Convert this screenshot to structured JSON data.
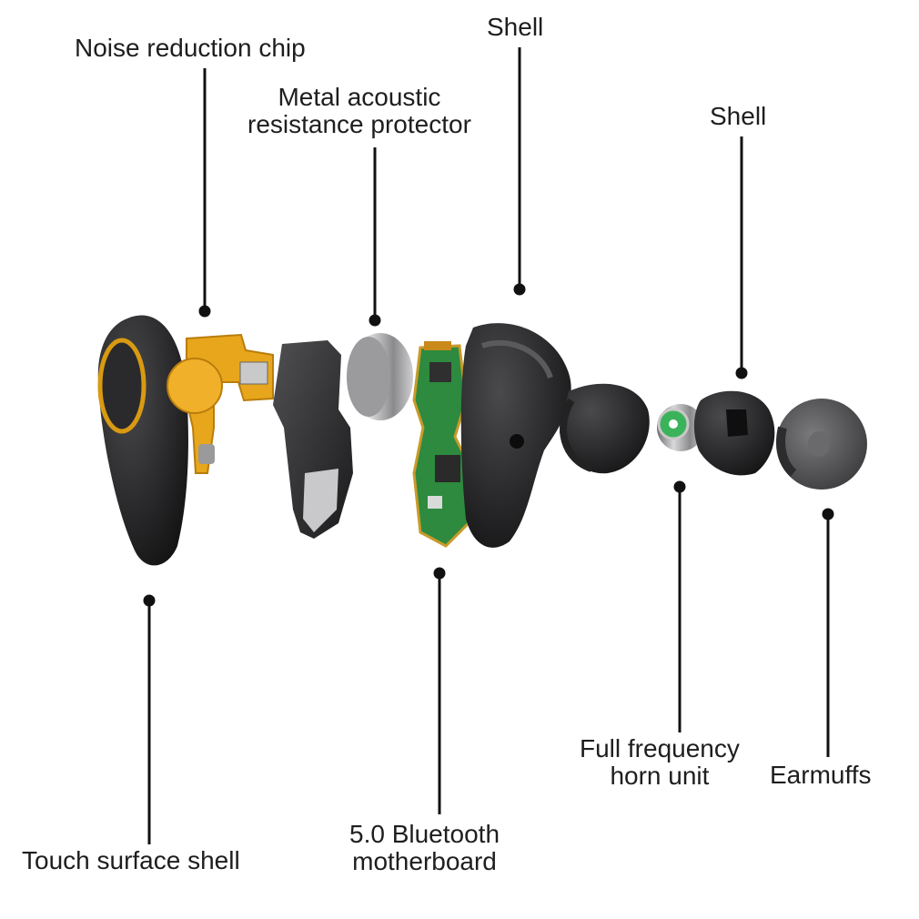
{
  "labels": {
    "noise_reduction_chip": "Noise reduction chip",
    "metal_acoustic_1": "Metal acoustic",
    "metal_acoustic_2": "resistance protector",
    "shell_top": "Shell",
    "shell_right": "Shell",
    "touch_surface_shell": "Touch surface shell",
    "bluetooth_1": "5.0 Bluetooth",
    "bluetooth_2": "motherboard",
    "full_freq_1": "Full frequency",
    "full_freq_2": "horn unit",
    "earmuffs": "Earmuffs"
  },
  "colors": {
    "text": "#1e1e1e",
    "leader": "#111111",
    "shell": "#1d1d1f",
    "flex_pcb": "#e7a61c",
    "pcb_green": "#2d8a3e",
    "metal": "#a9a9ab",
    "earmuff": "#555557"
  }
}
